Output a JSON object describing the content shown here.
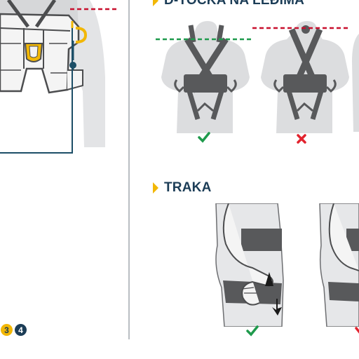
{
  "sections": {
    "d_ring": {
      "title": "D-TOČKA NA LEĐIMA"
    },
    "strap": {
      "title": "TRAKA"
    }
  },
  "step_badges": [
    "3",
    "4"
  ],
  "marks": {
    "correct": "check-icon",
    "incorrect": "cross-icon"
  },
  "colors": {
    "heading": "#1c3d57",
    "accent": "#f2b705",
    "correct": "#1f9a4c",
    "incorrect": "#e2232e",
    "harness": "#58595b",
    "body": "#dcdddf",
    "outline": "#1c4e67"
  }
}
